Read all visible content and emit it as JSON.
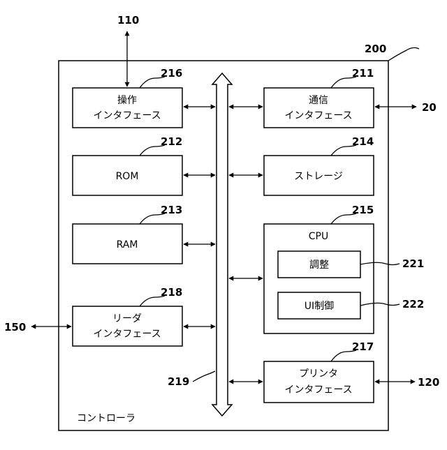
{
  "controller": {
    "caption": "コントローラ",
    "ref": "200"
  },
  "blocks": {
    "operation_if": {
      "line1": "操作",
      "line2": "インタフェース",
      "ref": "216"
    },
    "rom": {
      "label": "ROM",
      "ref": "212"
    },
    "ram": {
      "label": "RAM",
      "ref": "213"
    },
    "reader_if": {
      "line1": "リーダ",
      "line2": "インタフェース",
      "ref": "218"
    },
    "comm_if": {
      "line1": "通信",
      "line2": "インタフェース",
      "ref": "211"
    },
    "storage": {
      "label": "ストレージ",
      "ref": "214"
    },
    "cpu": {
      "label": "CPU",
      "ref": "215"
    },
    "adjust": {
      "label": "調整",
      "ref": "221"
    },
    "ui_control": {
      "label": "UI制御",
      "ref": "222"
    },
    "printer_if": {
      "line1": "プリンタ",
      "line2": "インタフェース",
      "ref": "217"
    }
  },
  "bus": {
    "ref": "219"
  },
  "external": {
    "operation_unit": "110",
    "network": "20",
    "reader_device": "150",
    "printer_device": "120"
  }
}
